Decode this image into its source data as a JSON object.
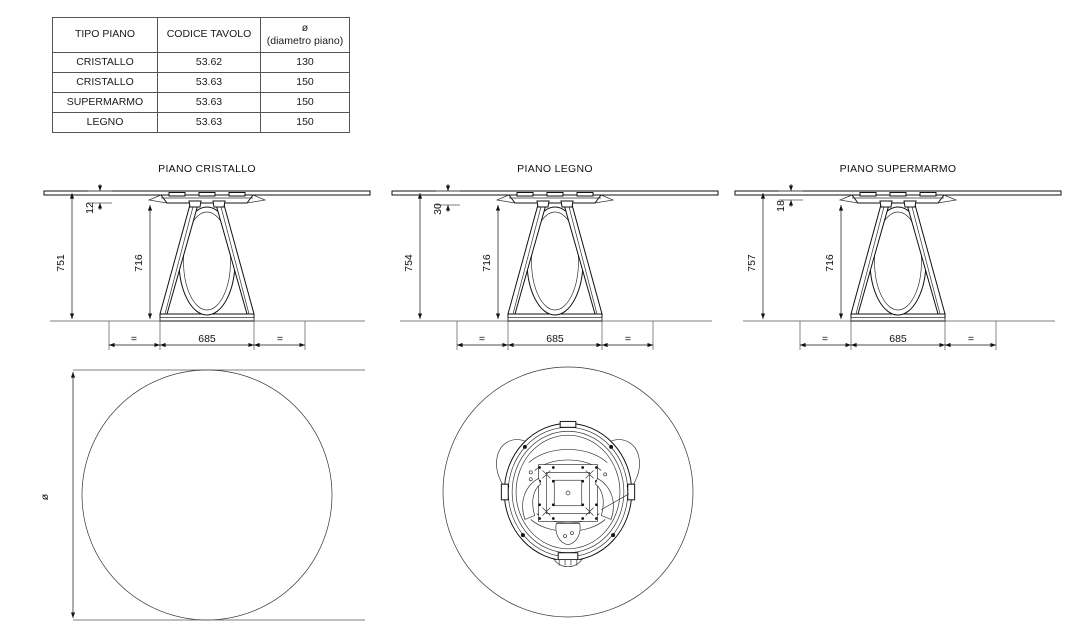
{
  "table": {
    "headers": [
      "TIPO PIANO",
      "CODICE TAVOLO",
      "ø",
      "(diametro piano)"
    ],
    "rows": [
      {
        "tipo": "CRISTALLO",
        "codice": "53.62",
        "diametro": "130"
      },
      {
        "tipo": "CRISTALLO",
        "codice": "53.63",
        "diametro": "150"
      },
      {
        "tipo": "SUPERMARMO",
        "codice": "53.63",
        "diametro": "150"
      },
      {
        "tipo": "LEGNO",
        "codice": "53.63",
        "diametro": "150"
      }
    ]
  },
  "views": [
    {
      "title": "PIANO CRISTALLO",
      "total_height": "751",
      "top_thickness": "12",
      "clearance_height": "716",
      "base_width": "685",
      "equal_left": "=",
      "equal_right": "=",
      "plan_label": "ø"
    },
    {
      "title": "PIANO LEGNO",
      "total_height": "754",
      "top_thickness": "30",
      "clearance_height": "716",
      "base_width": "685",
      "equal_left": "=",
      "equal_right": "=",
      "plan_label": ""
    },
    {
      "title": "PIANO SUPERMARMO",
      "total_height": "757",
      "top_thickness": "18",
      "clearance_height": "716",
      "base_width": "685",
      "equal_left": "=",
      "equal_right": "=",
      "plan_label": ""
    }
  ],
  "colors": {
    "line": "#111111",
    "thin_line": "#333333",
    "background": "#ffffff"
  }
}
